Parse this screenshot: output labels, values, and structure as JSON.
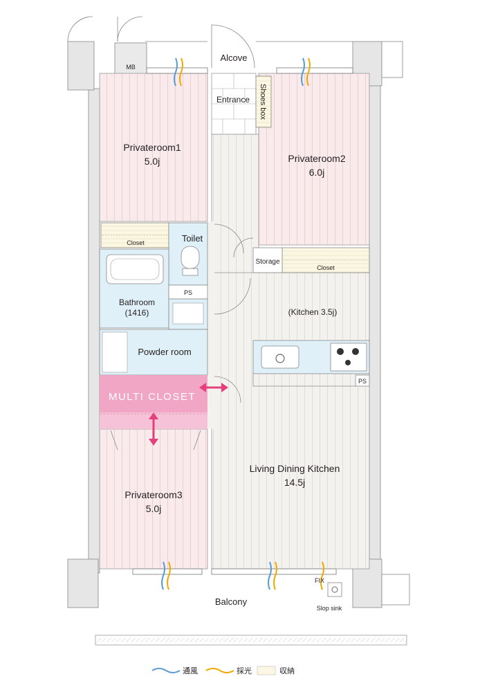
{
  "rooms": {
    "private1": {
      "name": "Privateroom1",
      "size": "5.0j"
    },
    "private2": {
      "name": "Privateroom2",
      "size": "6.0j"
    },
    "private3": {
      "name": "Privateroom3",
      "size": "5.0j"
    },
    "ldk": {
      "name": "Living Dining Kitchen",
      "size": "14.5j"
    },
    "kitchen": "(Kitchen 3.5j)",
    "toilet": "Toilet",
    "bathroom": {
      "name": "Bathroom",
      "size": "(1416)"
    },
    "powder": "Powder room",
    "multi_closet": "MULTI CLOSET",
    "balcony": "Balcony",
    "alcove": "Alcove",
    "entrance": "Entrance",
    "shoes_box": "Shoes box",
    "storage": "Storage",
    "closet1": "Closet",
    "closet2": "Closet",
    "mb": "MB",
    "ps1": "PS",
    "ps2": "PS",
    "fix": "FIX",
    "slop_sink": "Slop sink"
  },
  "legend": {
    "ventilation": "通風",
    "daylight": "採光",
    "storage": "収納"
  },
  "colors": {
    "bedroom": "#f9ebec",
    "ldk": "#f2f1ee",
    "wet": "#dff0f8",
    "multi_closet": "#f2a6c6",
    "multi_closet_arrow": "#e6407a",
    "storage": "#fbf7e2",
    "wall": "#e6e6e6",
    "ventilation": "#5b9bd5",
    "daylight": "#f2a900"
  }
}
